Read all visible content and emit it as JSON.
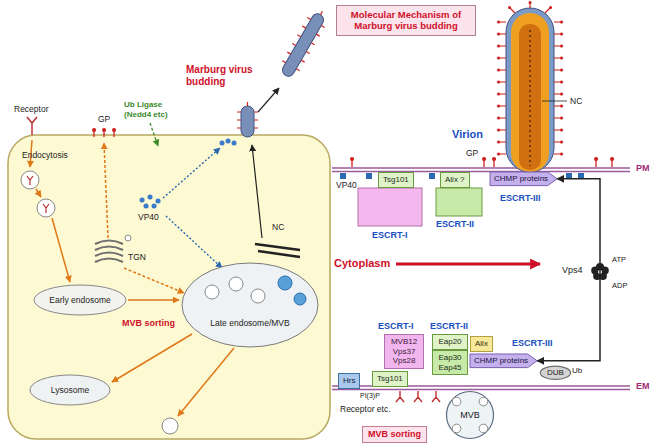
{
  "diagram": {
    "nodes": [
      {
        "text": [
          "Molecular Mechanism of Marburg virus budding"
        ]
      },
      {
        "text": [
          "Tsg101"
        ]
      },
      {
        "text": [
          "Alix ?"
        ]
      },
      {
        "text": [
          "CHMP proteins"
        ]
      },
      {
        "text": [
          "MVB12 Vps37 Vps28"
        ]
      },
      {
        "text": [
          "Tsg101"
        ]
      },
      {
        "text": [
          "Eap20"
        ]
      },
      {
        "text": [
          "Eap30 Eap45"
        ]
      },
      {
        "text": [
          "Alix"
        ]
      },
      {
        "text": [
          "CHMP proteins"
        ]
      },
      {
        "text": [
          "Hrs"
        ]
      },
      {
        "text": [
          "DUB"
        ]
      },
      {
        "text": [
          "MVB"
        ]
      },
      {
        "text": [
          "MVB sorting"
        ]
      }
    ],
    "edges": [
      {
        "from": 3,
        "to": 9,
        "arrow": "both"
      }
    ],
    "labels": [
      "Marburg virus budding",
      "Receptor",
      "GP",
      "Ub Ligase (Nedd4 etc)",
      "Endocytosis",
      "VP40",
      "TGN",
      "NC",
      "Early endosome",
      "MVB sorting",
      "Late endosome/MVB",
      "Lysosome",
      "NC",
      "Virion",
      "GP",
      "PM",
      "VP40",
      "ESCRT-I",
      "ESCRT-II",
      "ESCRT-III",
      "Cytoplasm",
      "Vps4",
      "ATP",
      "ADP",
      "ESCRT-I",
      "ESCRT-II",
      "ESCRT-III",
      "Ub",
      "PI(3)P",
      "EM",
      "Receptor etc."
    ]
  }
}
